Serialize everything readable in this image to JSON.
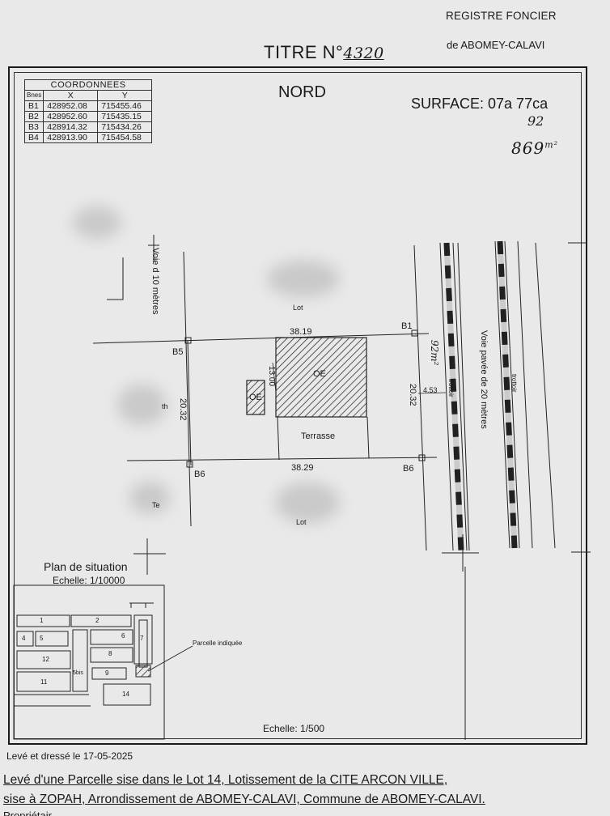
{
  "header": {
    "registry": "REGISTRE FONCIER",
    "registry_city": "de ABOMEY-CALAVI",
    "title_prefix": "TITRE N°",
    "title_number": "4320"
  },
  "coordinates": {
    "caption": "COORDONNEES",
    "col_bornes": "Bnes",
    "col_x": "X",
    "col_y": "Y",
    "rows": [
      {
        "b": "B1",
        "x": "428952.08",
        "y": "715455.46"
      },
      {
        "b": "B2",
        "x": "428952.60",
        "y": "715435.15"
      },
      {
        "b": "B3",
        "x": "428914.32",
        "y": "715434.26"
      },
      {
        "b": "B4",
        "x": "428913.90",
        "y": "715454.58"
      }
    ]
  },
  "plan": {
    "north": "NORD",
    "surface": "SURFACE: 07a 77ca",
    "handwritten_92": "92",
    "handwritten_869": "869",
    "handwritten_unit": "m²",
    "handwritten_side": "92m²",
    "dim_top": "38.19",
    "dim_bottom": "38.29",
    "dim_left": "20.32",
    "dim_right": "20.32",
    "dim_inner": "13.00",
    "dim_sidewalk": "4.53",
    "corner_b1": "B1",
    "corner_b5": "B5",
    "corner_b6_left": "B6",
    "corner_b6_right": "B6",
    "oe_large": "OE",
    "oe_small": "OE",
    "terrace": "Terrasse",
    "road_left": "Voie d 10 mètres",
    "road_right": "Voie pavée de 20 mètres",
    "sidewalk_1": "trottoir",
    "sidewalk_2": "trottoir",
    "lot_top": "Lot",
    "lot_bottom": "Lot",
    "left_neighbor_top": "th",
    "left_neighbor_bottom": "Te",
    "scale": "Echelle: 1/500"
  },
  "situation": {
    "title": "Plan de situation",
    "scale": "Echelle: 1/10000",
    "parcel_label": "Parcelle indiquée",
    "lots": [
      "1",
      "2",
      "4",
      "5",
      "6",
      "7",
      "8",
      "12",
      "5bis",
      "9",
      "11",
      "14"
    ]
  },
  "footer": {
    "leve": "Levé et dressé le 17-05-2025",
    "line1": "Levé d'une Parcelle sise dans le Lot 14, Lotissement de la CITE ARCON VILLE,",
    "line2": "sise à ZOPAH, Arrondissement de ABOMEY-CALAVI, Commune de ABOMEY-CALAVI.",
    "line3": "Propriétaire"
  }
}
